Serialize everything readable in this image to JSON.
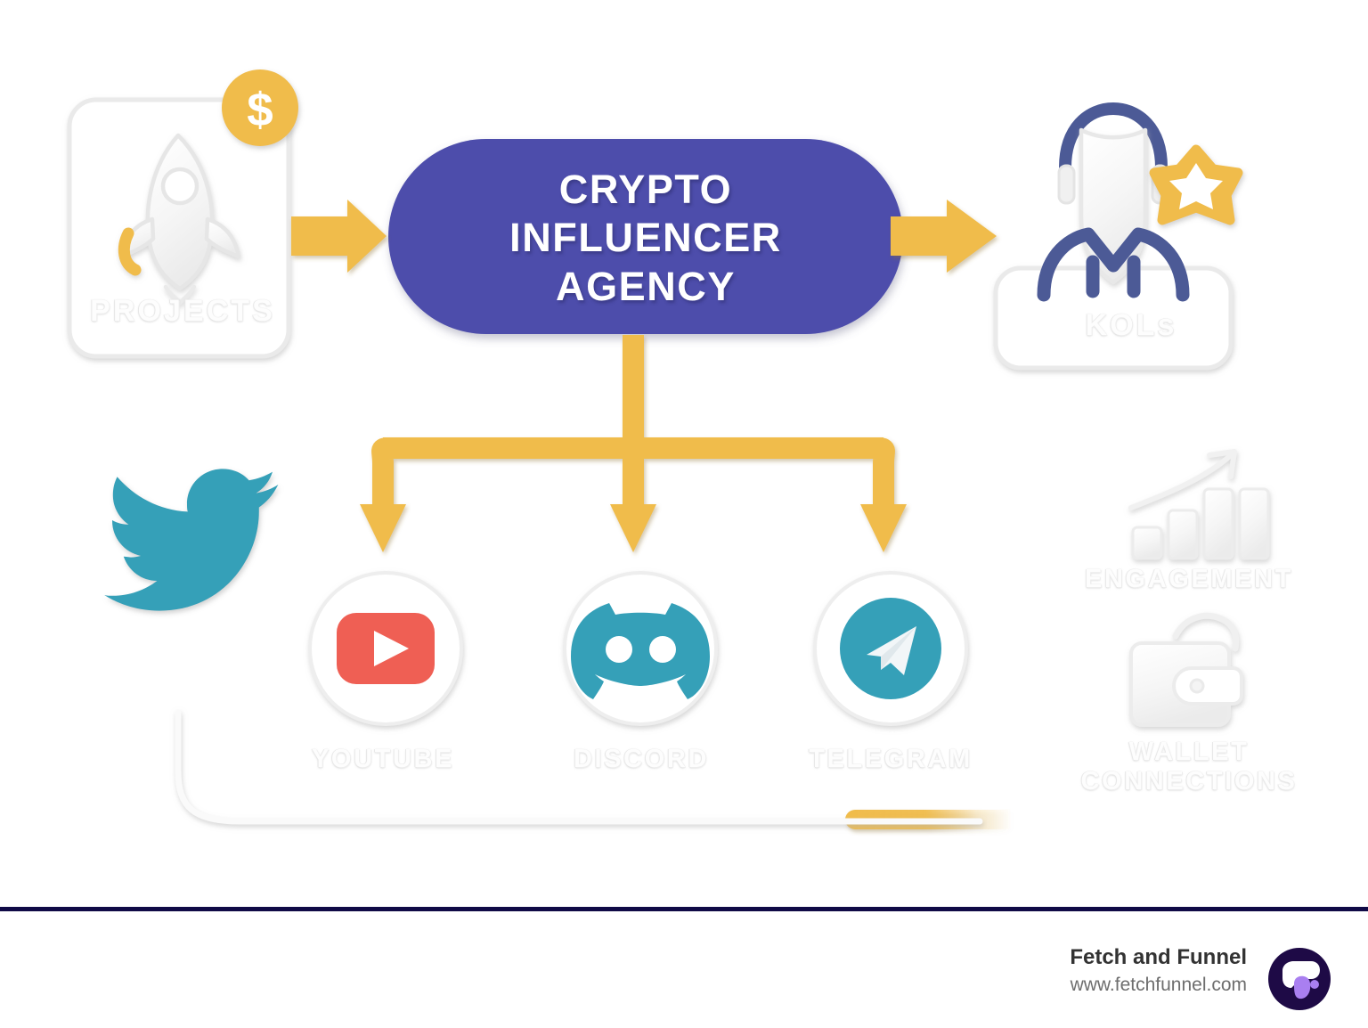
{
  "diagram": {
    "title": "Crypto Influencer Agency flow",
    "source_node": {
      "label": "PROJECTS",
      "icon": "rocket-icon",
      "badge_icon": "dollar-coin-icon",
      "badge_symbol": "$"
    },
    "center_node": {
      "label": "CRYPTO\nINFLUENCER\nAGENCY",
      "bg_color": "#4d4eab",
      "text_color": "#ffffff"
    },
    "target_node": {
      "label": "KOLs",
      "icon": "influencer-person-icon",
      "badge_icon": "star-badge-icon"
    },
    "channels": [
      {
        "label": "YOUTUBE",
        "icon": "youtube-icon",
        "color": "#ef5f54"
      },
      {
        "label": "DISCORD",
        "icon": "discord-icon",
        "color": "#35a0b8"
      },
      {
        "label": "TELEGRAM",
        "icon": "telegram-icon",
        "color": "#35a0b8"
      }
    ],
    "standalone_channel": {
      "label": "",
      "icon": "twitter-icon",
      "color": "#35a0b8"
    },
    "outcomes": [
      {
        "label": "ENGAGEMENT",
        "icon": "bar-chart-growth-icon"
      },
      {
        "label": "WALLET\nCONNECTIONS",
        "icon": "wallet-icon"
      }
    ],
    "colors": {
      "accent_yellow": "#f0bc4c",
      "accent_purple": "#4d4eab",
      "accent_teal": "#35a0b8",
      "accent_red": "#ef5f54",
      "ghost_gray": "#efefef",
      "navy": "#100a46",
      "logo_purple": "#a97ff0"
    }
  },
  "footer": {
    "brand": "Fetch and Funnel",
    "url": "www.fetchfunnel.com",
    "logo_icon": "fetch-funnel-logo-icon"
  }
}
